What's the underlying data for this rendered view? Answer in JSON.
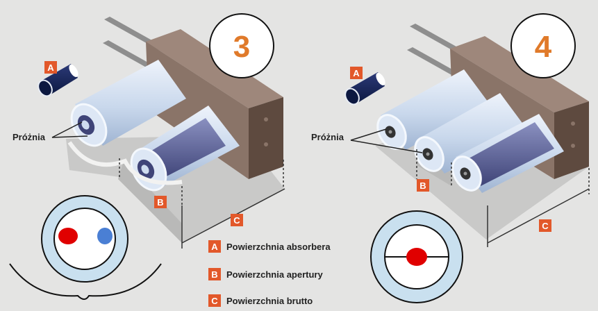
{
  "panels": [
    {
      "number": "3",
      "vacuum_label": "Próżnia"
    },
    {
      "number": "4",
      "vacuum_label": "Próżnia"
    }
  ],
  "markers": {
    "a": "A",
    "b": "B",
    "c": "C"
  },
  "legend": [
    {
      "letter": "A",
      "text": "Powierzchnia absorbera"
    },
    {
      "letter": "B",
      "text": "Powierzchnia apertury"
    },
    {
      "letter": "C",
      "text": "Powierzchnia brutto"
    }
  ],
  "colors": {
    "background": "#e4e4e3",
    "number": "#e07a2a",
    "marker_box": "#e2582a",
    "manifold": "#8a7468",
    "tube_glass": "#c9d8ec",
    "absorber": "#5a5f96",
    "hot_dot": "#e00000",
    "cold_dot": "#4a7fd4"
  }
}
